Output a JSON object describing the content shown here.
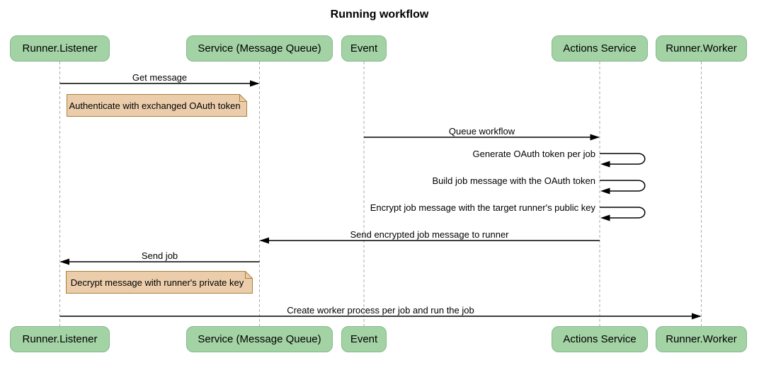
{
  "title": "Running workflow",
  "participants": [
    {
      "name": "Runner.Listener"
    },
    {
      "name": "Service (Message Queue)"
    },
    {
      "name": "Event"
    },
    {
      "name": "Actions Service"
    },
    {
      "name": "Runner.Worker"
    }
  ],
  "messages": [
    {
      "text": "Get message",
      "from": "Runner.Listener",
      "to": "Service (Message Queue)",
      "type": "arrow"
    },
    {
      "text": "Queue workflow",
      "from": "Event",
      "to": "Actions Service",
      "type": "arrow"
    },
    {
      "text": "Generate OAuth token per job",
      "from": "Actions Service",
      "to": "Actions Service",
      "type": "self"
    },
    {
      "text": "Build job message with the OAuth token",
      "from": "Actions Service",
      "to": "Actions Service",
      "type": "self"
    },
    {
      "text": "Encrypt job message with the target runner's public key",
      "from": "Actions Service",
      "to": "Actions Service",
      "type": "self"
    },
    {
      "text": "Send encrypted job message to runner",
      "from": "Actions Service",
      "to": "Service (Message Queue)",
      "type": "arrow"
    },
    {
      "text": "Send job",
      "from": "Service (Message Queue)",
      "to": "Runner.Listener",
      "type": "arrow"
    },
    {
      "text": "Create worker process per job and run the job",
      "from": "Runner.Listener",
      "to": "Runner.Worker",
      "type": "arrow"
    }
  ],
  "notes": [
    {
      "text": "Authenticate with exchanged OAuth token",
      "over": "Runner.Listener"
    },
    {
      "text": "Decrypt message with runner's private key",
      "over": "Runner.Listener"
    }
  ],
  "colors": {
    "actor_fill": "#A3D2A4",
    "actor_border": "#84BA89",
    "note_fill": "#EBCDAB",
    "note_border": "#AA8239",
    "lifeline": "#ABABAB",
    "line": "#000000",
    "text": "#000000",
    "background": "#FFFFFF"
  }
}
